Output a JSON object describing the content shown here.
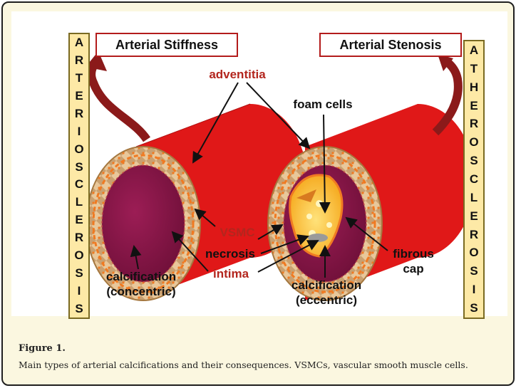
{
  "left_side_text": [
    "A",
    "R",
    "T",
    "E",
    "R",
    "I",
    "O",
    "S",
    "C",
    "L",
    "E",
    "R",
    "O",
    "S",
    "I",
    "S"
  ],
  "right_side_text": [
    "A",
    "T",
    "H",
    "E",
    "R",
    "O",
    "S",
    "C",
    "L",
    "E",
    "R",
    "O",
    "S",
    "I",
    "S"
  ],
  "titles": {
    "left": "Arterial Stiffness",
    "right": "Arterial Stenosis"
  },
  "labels": {
    "adventitia": "adventitia",
    "foam_cells": "foam cells",
    "vsmc": "VSMC",
    "necrosis": "necrosis",
    "intima": "intima",
    "calc_left_1": "calcification",
    "calc_left_2": "(concentric)",
    "calc_right_1": "calcification",
    "calc_right_2": "(eccentric)",
    "fibrous_1": "fibrous",
    "fibrous_2": "cap"
  },
  "caption": {
    "title": "Figure 1.",
    "text": "Main types of arterial calcifications and their consequences. VSMCs, vascular smooth muscle cells."
  },
  "colors": {
    "vessel_red": "#e01818",
    "lumen": "#8a1545",
    "wall_tan": "#c9a070",
    "arrow_dark_red": "#8b1a1a",
    "side_box": "#fde9a6"
  }
}
